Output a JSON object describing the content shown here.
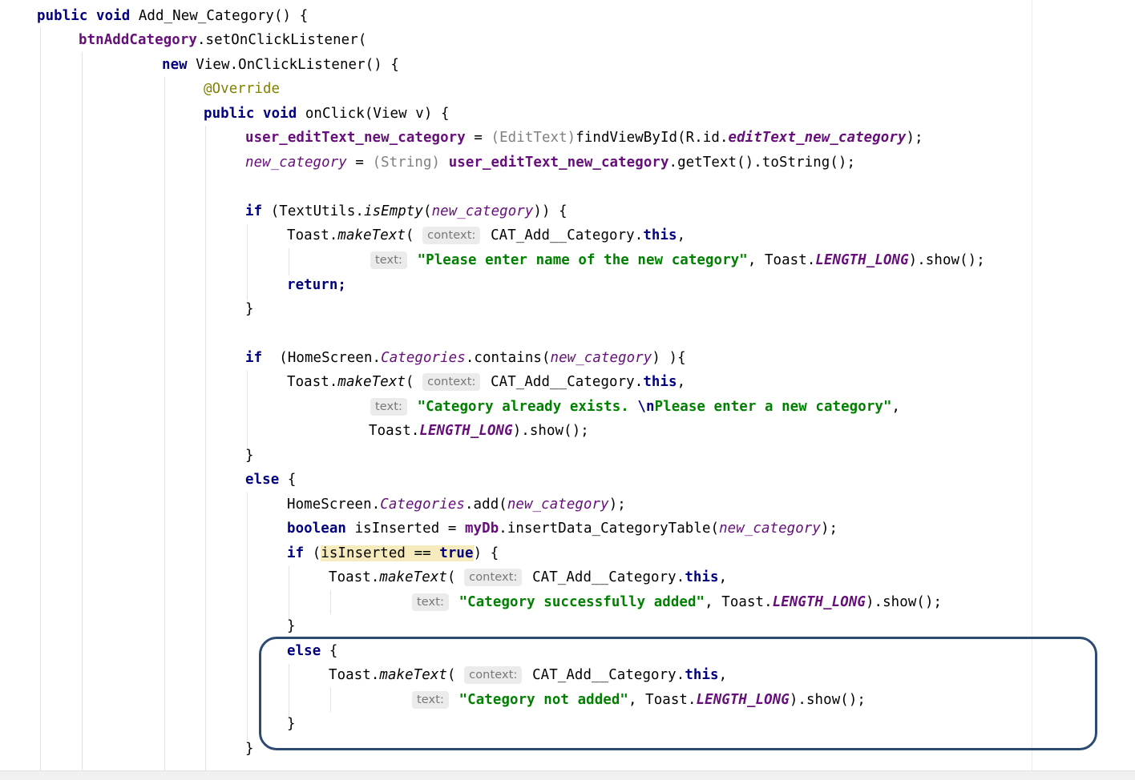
{
  "code": {
    "method_signature": {
      "public": "public",
      "void": "void",
      "name": "Add_New_Category",
      "rest": "() {"
    },
    "listener_call": {
      "receiver": "btnAddCategory",
      "call": ".setOnClickListener("
    },
    "new_listener": {
      "new": "new",
      "rest": "View.OnClickListener() {"
    },
    "override": "@Override",
    "onclick_signature": {
      "public": "public",
      "void": "void",
      "rest": "onClick(View v) {"
    },
    "assign_edittext": {
      "target": "user_editText_new_category",
      "eq": " = ",
      "cast": "(EditText)",
      "call": "findViewById(R.id.",
      "id": "editText_new_category",
      "end": ");"
    },
    "assign_string": {
      "target": "new_category",
      "eq": " = ",
      "cast": "(String)",
      "source": "user_editText_new_category",
      "call": ".getText().toString();"
    },
    "if_empty": {
      "if": "if",
      "open": "(TextUtils.",
      "method": "isEmpty",
      "paren": "(",
      "arg": "new_category",
      "close": ")) {"
    },
    "toast1_first": {
      "receiver": "Toast.",
      "method": "makeText",
      "paren": "(",
      "hint": "context:",
      "context": "CAT_Add__Category.",
      "this": "this",
      "comma": ","
    },
    "toast1_second": {
      "hint": "text:",
      "string": "\"Please enter name of the new category\"",
      "sep": ", Toast.",
      "const": "LENGTH_LONG",
      "end": ").show();"
    },
    "return_stmt": "return;",
    "close1": "}",
    "if_contains": {
      "if": "if",
      "open": "(HomeScreen.",
      "field": "Categories",
      "call": ".contains(",
      "arg": "new_category",
      "close": ") ){"
    },
    "toast2_first": {
      "receiver": "Toast.",
      "method": "makeText",
      "paren": "(",
      "hint": "context:",
      "context": "CAT_Add__Category.",
      "this": "this",
      "comma": ","
    },
    "toast2_second": {
      "hint": "text:",
      "string_a": "\"Category already exists. ",
      "escape": "\\n",
      "string_b": "Please enter a new category\"",
      "comma": ","
    },
    "toast2_third": {
      "receiver": "Toast.",
      "const": "LENGTH_LONG",
      "end": ").show();"
    },
    "close2": "}",
    "else1": {
      "else": "else",
      "brace": " {"
    },
    "add_category": {
      "receiver": "HomeScreen.",
      "field": "Categories",
      "call": ".add(",
      "arg": "new_category",
      "end": ");"
    },
    "boolean_line": {
      "type": "boolean",
      "decl": " isInserted = ",
      "db": "myDb",
      "call": ".insertData_CategoryTable(",
      "arg": "new_category",
      "end": ");"
    },
    "if_inserted": {
      "if": "if",
      "paren": "(",
      "cond": "isInserted == ",
      "true": "true",
      "close": ") {"
    },
    "toast3_first": {
      "receiver": "Toast.",
      "method": "makeText",
      "paren": "(",
      "hint": "context:",
      "context": "CAT_Add__Category.",
      "this": "this",
      "comma": ","
    },
    "toast3_second": {
      "hint": "text:",
      "string": "\"Category successfully added\"",
      "sep": ", Toast.",
      "const": "LENGTH_LONG",
      "end": ").show();"
    },
    "close3": "}",
    "else2": {
      "else": "else",
      "brace": " {"
    },
    "toast4_first": {
      "receiver": "Toast.",
      "method": "makeText",
      "paren": "(",
      "hint": "context:",
      "context": "CAT_Add__Category.",
      "this": "this",
      "comma": ","
    },
    "toast4_second": {
      "hint": "text:",
      "string": "\"Category not added\"",
      "sep": ", Toast.",
      "const": "LENGTH_LONG",
      "end": ").show();"
    },
    "close4": "}",
    "close5": "}"
  },
  "colors": {
    "keyword": "#000080",
    "field": "#660e7a",
    "string": "#008000",
    "annotation": "#808000",
    "hint_background": "#ebebeb",
    "callout_border": "#2d4a72",
    "highlight": "#f6ebbc"
  }
}
